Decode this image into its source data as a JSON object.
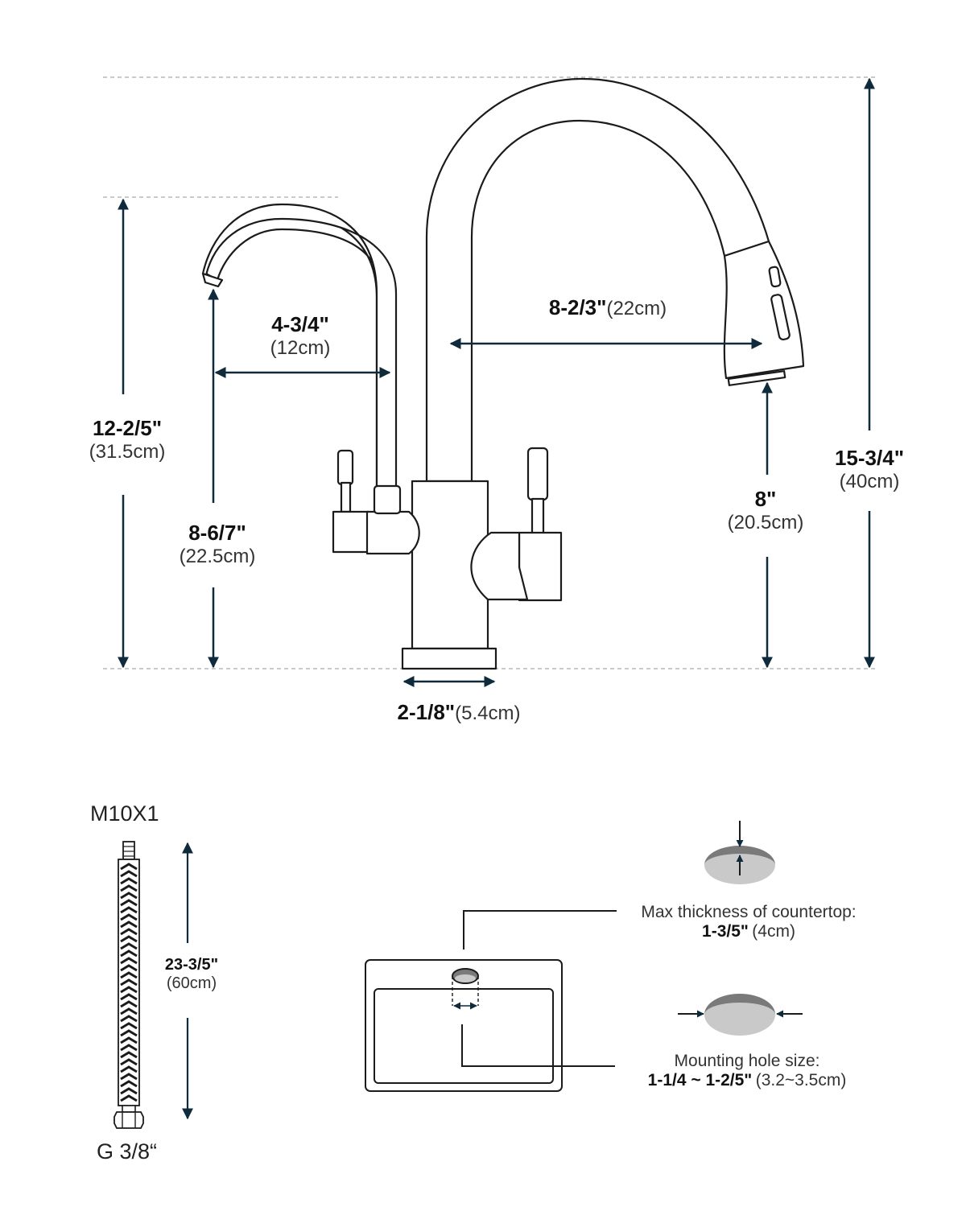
{
  "colors": {
    "outline": "#1b1b1b",
    "arrow": "#0f2a3a",
    "guide": "#b9b9b9",
    "hole_dark": "#7a7a7a",
    "hole_light": "#c9c9c9"
  },
  "dims": {
    "height_left": {
      "imperial": "12-2/5\"",
      "metric": "(31.5cm)"
    },
    "spout_height_left": {
      "imperial": "8-6/7\"",
      "metric": "(22.5cm)"
    },
    "reach_left": {
      "imperial": "4-3/4\"",
      "metric": "(12cm)"
    },
    "reach_right": {
      "imperial": "8-2/3\"",
      "metric": "(22cm)"
    },
    "spout_height_right": {
      "imperial": "8\"",
      "metric": "(20.5cm)"
    },
    "height_total": {
      "imperial": "15-3/4\"",
      "metric": "(40cm)"
    },
    "base": {
      "imperial": "2-1/8\"",
      "metric": "(5.4cm)"
    }
  },
  "hose": {
    "top_thread": "M10X1",
    "bottom_thread": "G 3/8“",
    "length": {
      "imperial": "23-3/5\"",
      "metric": "(60cm)"
    }
  },
  "countertop": {
    "label": "Max thickness of countertop:",
    "imperial": "1-3/5\"",
    "metric": "(4cm)"
  },
  "mounting_hole": {
    "label": "Mounting hole size:",
    "imperial": "1-1/4 ~ 1-2/5\"",
    "metric": "(3.2~3.5cm)"
  },
  "icons": [
    "faucet-outline",
    "braided-hose-icon",
    "sink-icon",
    "hole-thickness-icon",
    "hole-diameter-icon"
  ]
}
